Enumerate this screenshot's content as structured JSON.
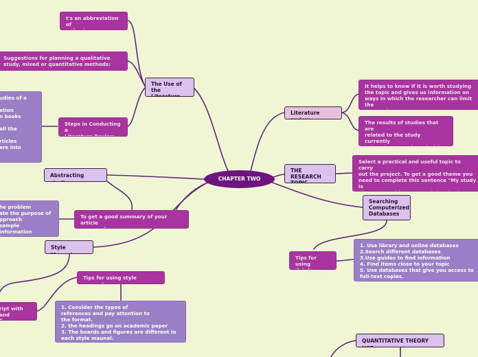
{
  "colors": {
    "background": "#f0f5d4",
    "connector": "#5a2a7a",
    "central_topic": "#6e1480",
    "subtopic_fill": "#dbc2ec",
    "literature_review_fill": "#e6c0dc",
    "detail_magenta": "#a8359f",
    "detail_violet": "#9b7fc6"
  },
  "central": {
    "label": "CHAPTER TWO"
  },
  "left": {
    "use_of_literature": {
      "label": "The Use of the\nLiterature",
      "abbreviation": "t's an abbreviation of\na thesis.",
      "suggestions": "Suggestions for planning a qualitative\nstudy, mixed or quantitative methods:",
      "steps": "Steps in Conducting a\nLiterature Review",
      "steps_detail": "udies of a\n\nation\nn books\n\nall the\n\nrticles\nare into"
    },
    "abstracting": {
      "label": "Abstracting studies",
      "summary": "To get a good summary of your article\nyou need:",
      "summary_detail": "he problem\nate the purpose of\npproach\nsample information\nhe results"
    },
    "style_manuals": {
      "label": "Style Manuals",
      "tips": "Tips for using style manuals:",
      "tips_detail": "1. Consider the types of\nreferences and pay attention to\nthe format.\n2. the headings go on academic paper\n3. The boards and figures are different in\neach style maunal.",
      "script": "ript with\nand figures."
    }
  },
  "right": {
    "literature_review": {
      "label": "Literature review",
      "detail_1": "It helps to know if it is worth studying\nthe topic and gives us information on\nways in which the researcher can limit the\nscope of an area.",
      "detail_2": "The results of studies that are\nrelated to the study currently\nbeing done are shared with the\nreader"
    },
    "research_topic": {
      "label": "THE RESEARCH\nTOPIC",
      "detail": "Select a practical and useful topic to carry\nout the project. To get a good theme you\nneed to complete this sentence \"My study is\nabout ...\" and have a good time in the\nlibrary."
    },
    "databases": {
      "label": "Searching\nComputerized\nDatabases",
      "tips": "Tips for using\ndatabases:",
      "tips_detail": "1. Use library and online databases\n2.Search different databases\n3.Use guides to find information\n4. Find items close to your topic\n5. Use databases that give you access to\nfull-text copies."
    },
    "quantitative": {
      "label": "QUANTITATIVE THEORY USE"
    }
  }
}
